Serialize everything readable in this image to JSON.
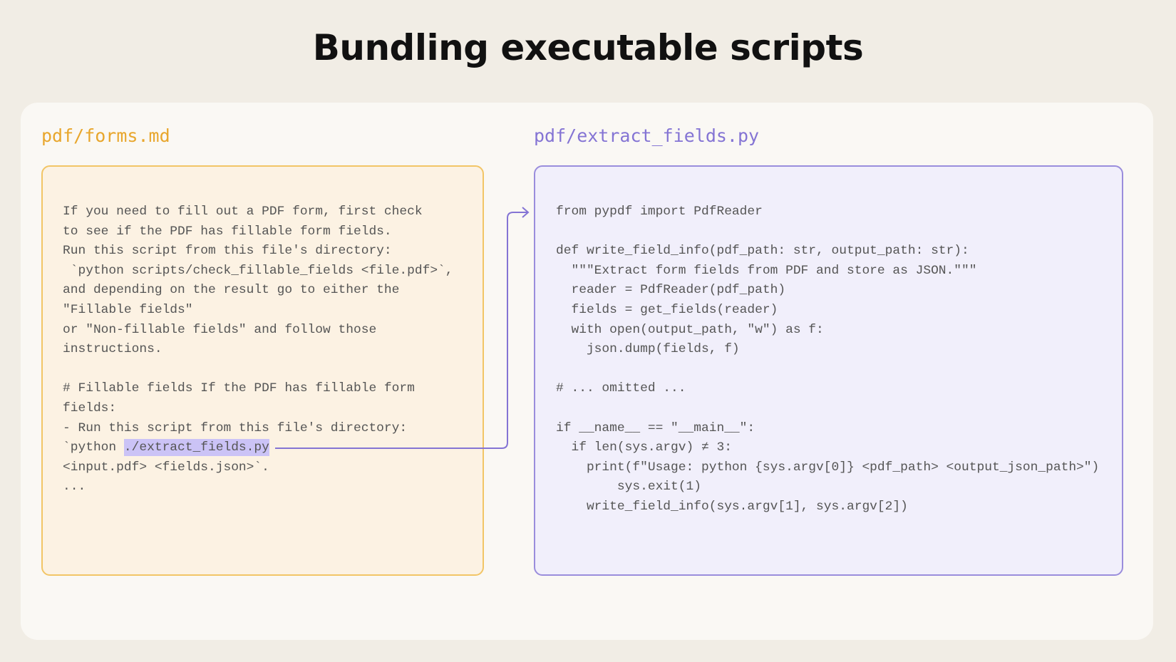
{
  "title": "Bundling executable scripts",
  "left_file": {
    "name": "pdf/forms.md",
    "lines_before": [
      "If you need to fill out a PDF form, first check",
      "to see if the PDF has fillable form fields.",
      "Run this script from this file's directory:",
      " `python scripts/check_fillable_fields <file.pdf>`,",
      "and depending on the result go to either the",
      "\"Fillable fields\"",
      "or \"Non-fillable fields\" and follow those",
      "instructions.",
      "",
      "# Fillable fields If the PDF has fillable form",
      "fields:",
      "- Run this script from this file's directory:"
    ],
    "link_prefix": "`python ",
    "link_text": "./extract_fields.py",
    "lines_after": [
      "<input.pdf> <fields.json>`.",
      "..."
    ]
  },
  "right_file": {
    "name": "pdf/extract_fields.py",
    "lines": [
      "from pypdf import PdfReader",
      "",
      "def write_field_info(pdf_path: str, output_path: str):",
      "  \"\"\"Extract form fields from PDF and store as JSON.\"\"\"",
      "  reader = PdfReader(pdf_path)",
      "  fields = get_fields(reader)",
      "  with open(output_path, \"w\") as f:",
      "    json.dump(fields, f)",
      "",
      "# ... omitted ...",
      "",
      "if __name__ == \"__main__\":",
      "  if len(sys.argv) ≠ 3:",
      "    print(f\"Usage: python {sys.argv[0]} <pdf_path> <output_json_path>\")",
      "        sys.exit(1)",
      "    write_field_info(sys.argv[1], sys.argv[2])"
    ]
  },
  "colors": {
    "background": "#f1ede5",
    "card": "#faf8f4",
    "markdown_accent": "#e8a62c",
    "python_accent": "#8474d4",
    "highlight": "#cbc3f6"
  }
}
